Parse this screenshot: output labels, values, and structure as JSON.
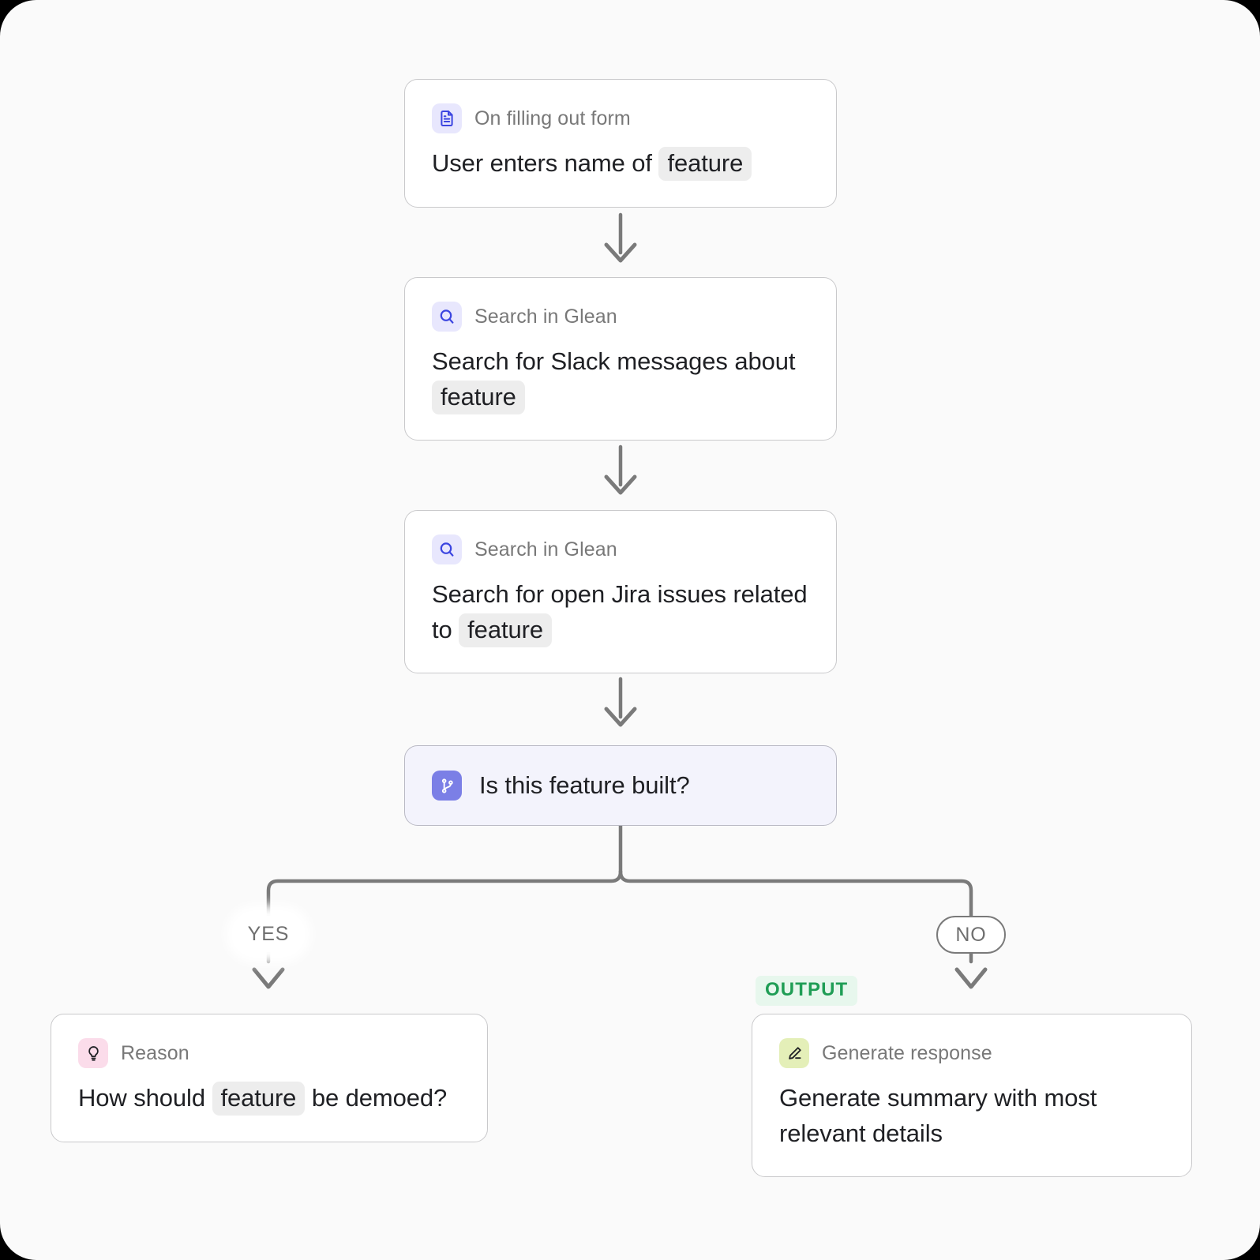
{
  "canvas": {
    "background": "#fafafa",
    "wire_color": "#7a7a7a"
  },
  "flow": {
    "nodes": [
      {
        "id": "trigger",
        "icon": "document-icon",
        "icon_style": "chip-indigo",
        "label": "On filling out form",
        "body_pre": "User enters name of ",
        "token": "feature",
        "body_post": ""
      },
      {
        "id": "search-slack",
        "icon": "search-icon",
        "icon_style": "chip-indigo",
        "label": "Search in Glean",
        "body_pre": "Search for Slack messages about ",
        "token": "feature",
        "body_post": ""
      },
      {
        "id": "search-jira",
        "icon": "search-icon",
        "icon_style": "chip-indigo",
        "label": "Search in Glean",
        "body_pre": "Search for open Jira issues related to ",
        "token": "feature",
        "body_post": ""
      },
      {
        "id": "reason",
        "icon": "lightbulb-icon",
        "icon_style": "chip-pink",
        "label": "Reason",
        "body_pre": "How should ",
        "token": "feature",
        "body_post": " be demoed?"
      },
      {
        "id": "generate",
        "icon": "pencil-icon",
        "icon_style": "chip-lime",
        "label": "Generate response",
        "body_pre": "Generate summary with most relevant details",
        "token": "",
        "body_post": ""
      }
    ],
    "branch": {
      "id": "branch",
      "icon": "git-branch-icon",
      "icon_style": "chip-violet",
      "title": "Is this feature built?",
      "yes_label": "YES",
      "no_label": "NO"
    },
    "output_badge": "OUTPUT"
  },
  "colors": {
    "accent_indigo": "#3b45e0",
    "branch_violet": "#7b7fe6",
    "output_green": "#1f9d55",
    "token_grey": "#ededed"
  }
}
